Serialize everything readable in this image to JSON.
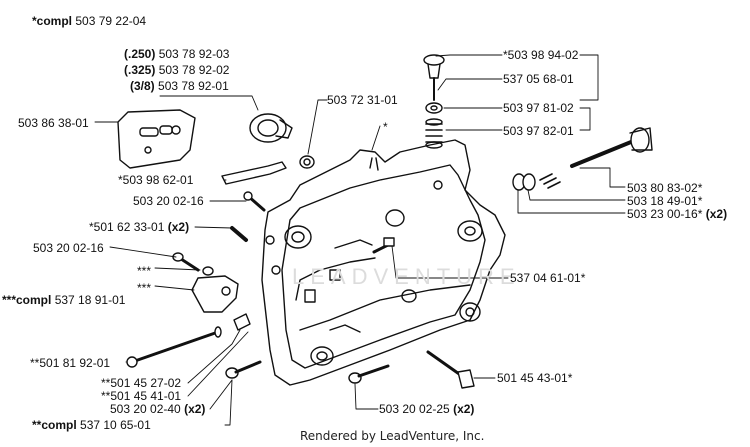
{
  "watermark": "LEADVENTURE",
  "footer": "Rendered by LeadVenture, Inc.",
  "labels": {
    "compl_top": {
      "prefix": "*compl",
      "part": "503 79 22-04"
    },
    "l250": {
      "prefix": "(.250)",
      "part": "503 78 92-03"
    },
    "l325": {
      "prefix": "(.325)",
      "part": "503 78 92-02"
    },
    "l38": {
      "prefix": "(3/8)",
      "part": "503 78 92-01"
    },
    "p50386": {
      "part": "503 86 38-01"
    },
    "p503723": {
      "part": "503 72 31-01"
    },
    "star": {
      "part": "*"
    },
    "p503989": {
      "part": "*503 98 94-02"
    },
    "p537056": {
      "part": "537 05 68-01"
    },
    "p503978": {
      "part": "503 97 81-02"
    },
    "p503977": {
      "part": "503 97 82-01"
    },
    "p503986": {
      "part": "*503 98 62-01"
    },
    "p503202a": {
      "part": "503 20 02-16"
    },
    "p501623": {
      "part": "*501 62 33-01",
      "qty": "(x2)"
    },
    "p503202b": {
      "part": "503 20 02-16"
    },
    "stars1": {
      "part": "***"
    },
    "stars2": {
      "part": "***"
    },
    "compl537": {
      "prefix": "***compl",
      "part": "537 18 91-01"
    },
    "p503808": {
      "part": "503 80 83-02*"
    },
    "p503184": {
      "part": "503 18 49-01*"
    },
    "p503230": {
      "part": "503 23 00-16*",
      "qty": "(x2)"
    },
    "p537046": {
      "part": "537 04 61-01*"
    },
    "p501818": {
      "part": "**501 81 92-01"
    },
    "p501452": {
      "part": "**501 45 27-02"
    },
    "p501454": {
      "part": "**501 45 41-01"
    },
    "p503202c": {
      "part": "503 20 02-40",
      "qty": "(x2)"
    },
    "p503202d": {
      "part": "503 20 02-25",
      "qty": "(x2)"
    },
    "p501451": {
      "part": "501 45 43-01*"
    },
    "compl5371": {
      "prefix": "**compl",
      "part": "537 10 65-01"
    }
  }
}
